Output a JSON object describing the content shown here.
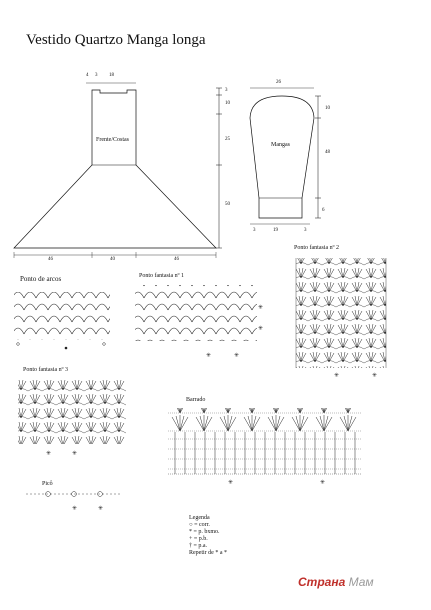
{
  "title": "Vestido Quartzo Manga longa",
  "dress": {
    "label": "Frente/Costas",
    "top_dims": [
      "4",
      "3",
      "18"
    ],
    "side_dims": [
      "3",
      "10",
      "25",
      "50"
    ],
    "bottom_dims": [
      "46",
      "40",
      "46"
    ]
  },
  "sleeve": {
    "label": "Mangas",
    "top_dim": "26",
    "side_dims": [
      "10",
      "48",
      "6"
    ],
    "bottom_dims": [
      "3",
      "19",
      "3"
    ]
  },
  "stitches": {
    "arcos": "Ponto de arcos",
    "fantasia1": "Ponto fantasia nº 1",
    "fantasia2": "Ponto fantasia nº 2",
    "fantasia3": "Ponto fantasia nº 3",
    "barrado": "Barrado",
    "pico": "Picô"
  },
  "legend": {
    "title": "Legenda",
    "items": [
      "○ = corr.",
      "* = p. bxmo.",
      "+ = p.b.",
      "† = p.a.",
      "Repetir de * a *"
    ]
  },
  "watermark": {
    "part1": "Страна",
    "part2": "Мам"
  }
}
